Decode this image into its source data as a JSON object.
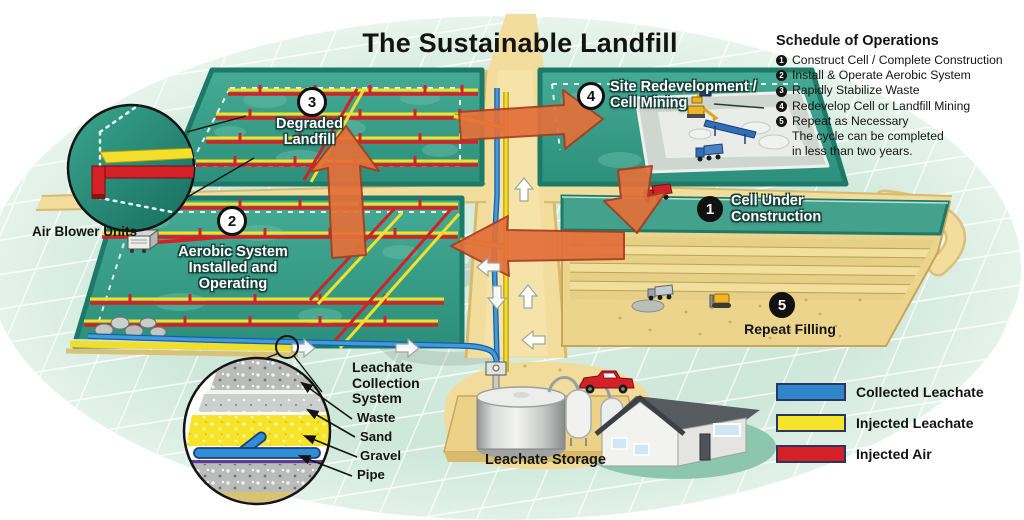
{
  "title": "The Sustainable Landfill",
  "schedule": {
    "heading": "Schedule of Operations",
    "items": [
      {
        "num": "1",
        "text": "Construct Cell / Complete Construction"
      },
      {
        "num": "2",
        "text": "Install & Operate Aerobic System"
      },
      {
        "num": "3",
        "text": "Rapidly Stabilize Waste"
      },
      {
        "num": "4",
        "text": "Redevelop Cell or Landfill Mining"
      },
      {
        "num": "5",
        "text": "Repeat as Necessary"
      }
    ],
    "note_lines": [
      "The cycle can be completed",
      "in less than two years."
    ]
  },
  "stages": {
    "construction": {
      "num": "1",
      "lines": [
        "Cell Under",
        "Construction"
      ]
    },
    "aerobic": {
      "num": "2",
      "lines": [
        "Aerobic System",
        "Installed and",
        "Operating"
      ]
    },
    "degraded": {
      "num": "3",
      "lines": [
        "Degraded",
        "Landfill"
      ]
    },
    "redevelopment": {
      "num": "4",
      "lines": [
        "Site Redevelopment /",
        "Cell Mining"
      ]
    },
    "repeat": {
      "num": "5",
      "lines": [
        "Repeat Filling"
      ]
    }
  },
  "air_blower": {
    "label": "Air Blower Units"
  },
  "collection": {
    "heading_lines": [
      "Leachate",
      "Collection",
      "System"
    ],
    "layers": [
      "Waste",
      "Sand",
      "Gravel",
      "Pipe"
    ]
  },
  "storage": {
    "label": "Leachate Storage"
  },
  "legend": {
    "items": [
      {
        "label": "Collected Leachate",
        "color": "#2e86c9"
      },
      {
        "label": "Injected Leachate",
        "color": "#f6e42a"
      },
      {
        "label": "Injected Air",
        "color": "#d42027"
      }
    ]
  },
  "colors": {
    "cell_teal": "#35a08a",
    "road_tan": "#f2dd9d",
    "cycle_arrow_orange": "#e2703a",
    "pipe_blue": "#2e86c9",
    "pipe_yellow": "#f6e42a",
    "pipe_red": "#d42027"
  },
  "icons": {
    "cycle_arrows": "orange-block-arrow",
    "flow_arrows": "white-block-arrow",
    "detail_callouts": "magnifier-circle",
    "equipment": [
      "air-blower",
      "excavator",
      "crane",
      "conveyor",
      "dump-truck",
      "bulldozer",
      "pickup-truck"
    ],
    "buildings": [
      "storage-tank",
      "bullet-tank",
      "house"
    ]
  }
}
